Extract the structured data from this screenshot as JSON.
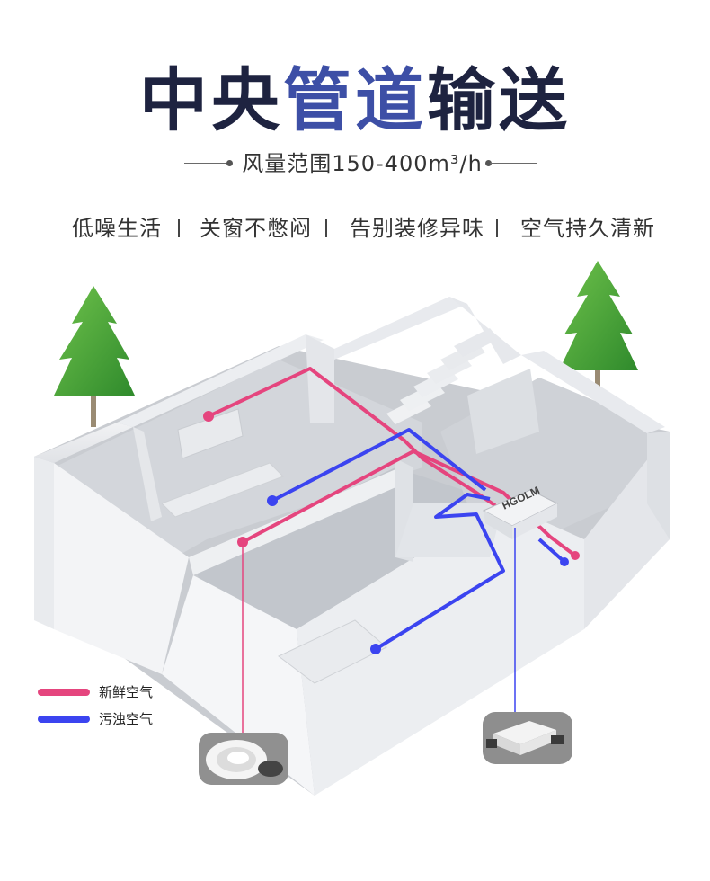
{
  "header": {
    "title_part1": "中央",
    "title_part2": "管道",
    "title_part3": "输送",
    "subtitle": "风量范围150-400m³/h"
  },
  "features": [
    {
      "label": "低噪生活"
    },
    {
      "label": "关窗不憋闷"
    },
    {
      "label": "告别装修异味"
    },
    {
      "label": "空气持久清新"
    }
  ],
  "device": {
    "brand": "HGOLM"
  },
  "legend": [
    {
      "label": "新鲜空气",
      "color": "#e5457e"
    },
    {
      "label": "污浊空气",
      "color": "#3b44f0"
    }
  ],
  "colors": {
    "fresh_air": "#e5457e",
    "exhaust_air": "#3b44f0",
    "title_dark": "#1e2340",
    "title_blue": "#3d4fa6"
  },
  "icons": [
    "tree-icon",
    "ceiling-vent-icon",
    "ventilation-unit-icon"
  ]
}
